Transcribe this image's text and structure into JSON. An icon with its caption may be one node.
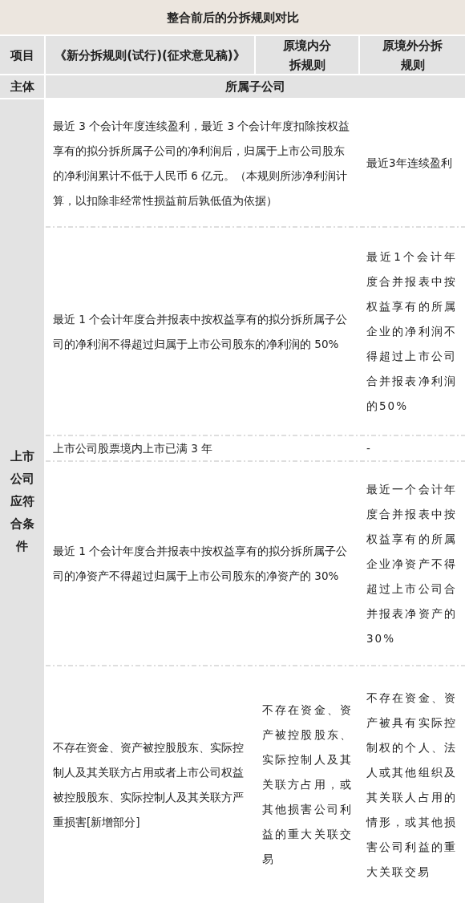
{
  "diagram": {
    "title": "整合前后的分拆规则对比",
    "labels": [
      "项目",
      "《新分拆规则(试行)(征求意见稿)》",
      "原境内分拆规则",
      "原境外分拆规则",
      "主体",
      "所属子公司",
      "上市公司应符合条件",
      "最近 3 个会计年度连续盈利，最近 3 个会计年度扣除按权益享有的拟分拆所属子公司的净利润后，归属于上市公司股东的净利润累计不低于人民币 6 亿元。（本规则所涉净利润计算，以扣除非经常性损益前后孰低值为依据）",
      "最近3年连续盈利",
      "最近 1 个会计年度合并报表中按权益享有的拟分拆所属子公司的净利润不得超过归属于上市公司股东的净利润的 50%",
      "最近1个会计年度合并报表中按权益享有的所属企业的净利润不得超过上市公司合并报表净利润的50%",
      "上市公司股票境内上市已满 3 年",
      "-",
      "最近 1 个会计年度合并报表中按权益享有的拟分拆所属子公司的净资产不得超过归属于上市公司股东的净资产的 30%",
      "最近一个会计年度合并报表中按权益享有的所属企业净资产不得超过上市公司合并报表净资产的30%",
      "不存在资金、资产被控股股东、实际控制人及其关联方占用或者上市公司权益被控股股东、实际控制人及其关联方严重损害[新增部分]",
      "不存在资金、资产被控股股东、实际控制人及其关联方占用，或其他损害公司利益的重大关联交易",
      "不存在资金、资产被具有实际控制权的个人、法人或其他组织及其关联人占用的情形，或其他损害公司利益的重大关联交易"
    ]
  }
}
